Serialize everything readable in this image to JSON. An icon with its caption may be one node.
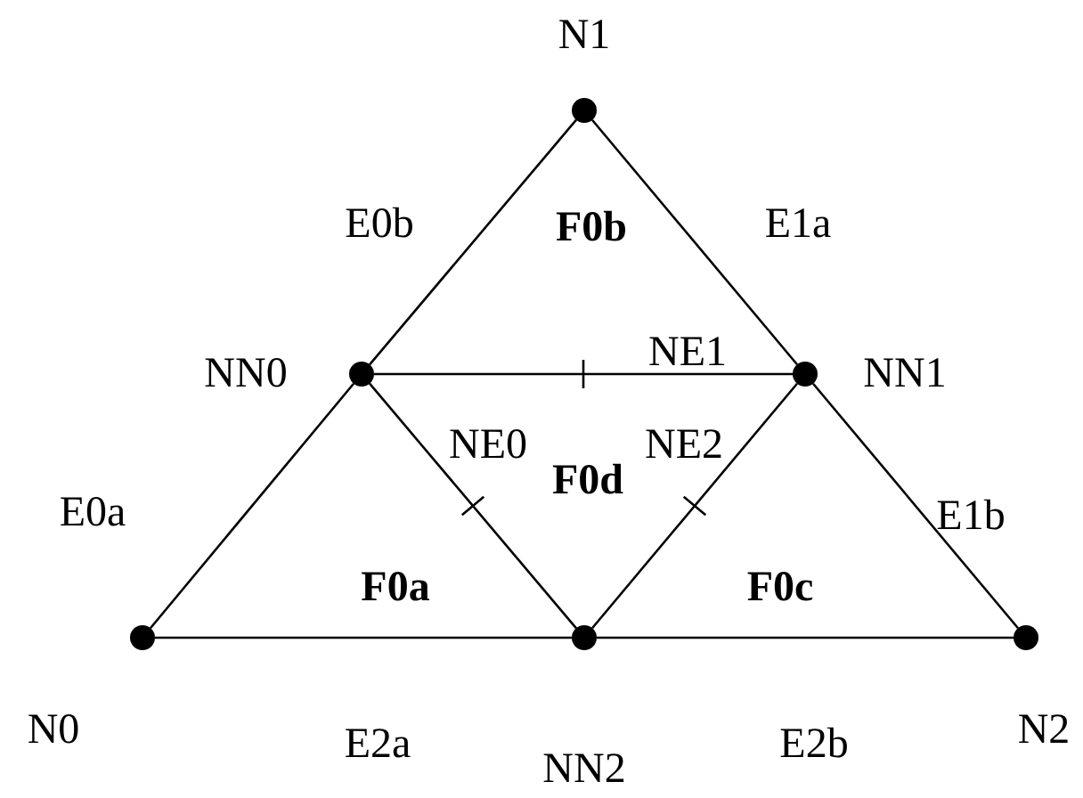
{
  "diagram": {
    "nodes": [
      {
        "text": [],
        "shape": "circle",
        "beside": [
          "N0"
        ]
      },
      {
        "text": [],
        "shape": "circle",
        "beside": [
          "N1"
        ]
      },
      {
        "text": [],
        "shape": "circle",
        "beside": [
          "N2"
        ]
      },
      {
        "text": [],
        "shape": "circle",
        "beside": [
          "NN0"
        ]
      },
      {
        "text": [],
        "shape": "circle",
        "beside": [
          "NN1"
        ]
      },
      {
        "text": [],
        "shape": "circle",
        "beside": [
          "NN2"
        ]
      }
    ],
    "edges": [
      {
        "from": 0,
        "to": 3,
        "arrow": "none",
        "label": "E0a"
      },
      {
        "from": 3,
        "to": 1,
        "arrow": "none",
        "label": "E0b"
      },
      {
        "from": 1,
        "to": 4,
        "arrow": "none",
        "label": "E1a"
      },
      {
        "from": 4,
        "to": 2,
        "arrow": "none",
        "label": "E1b"
      },
      {
        "from": 0,
        "to": 5,
        "arrow": "none",
        "label": "E2a"
      },
      {
        "from": 5,
        "to": 2,
        "arrow": "none",
        "label": "E2b"
      },
      {
        "from": 3,
        "to": 4,
        "arrow": "none",
        "label": "NE1"
      },
      {
        "from": 3,
        "to": 5,
        "arrow": "none",
        "label": "NE0"
      },
      {
        "from": 4,
        "to": 5,
        "arrow": "none",
        "label": "NE2"
      }
    ],
    "labels": [
      "F0b",
      "F0d",
      "F0a",
      "F0c"
    ]
  }
}
